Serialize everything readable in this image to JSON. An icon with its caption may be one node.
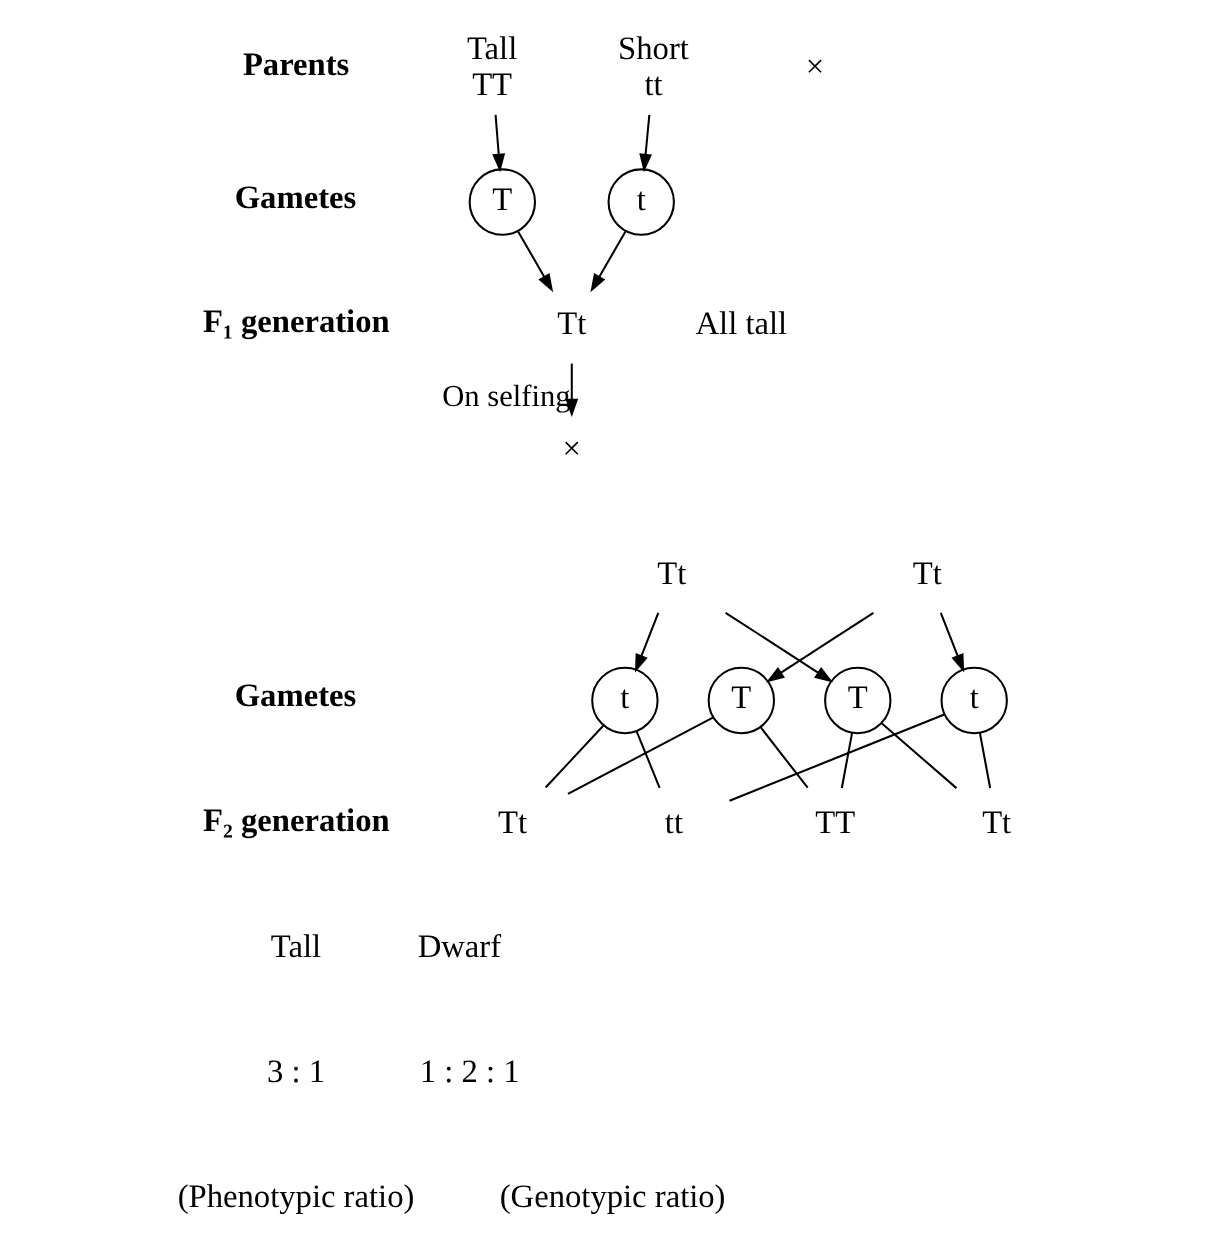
{
  "diagram": {
    "nodes": [
      {
        "text": [
          "Tall",
          "TT"
        ]
      },
      {
        "text": [
          "Short",
          "tt"
        ]
      },
      {
        "text": [
          "T"
        ]
      },
      {
        "text": [
          "t"
        ]
      },
      {
        "text": [
          "Tt"
        ]
      },
      {
        "text": [
          "×"
        ]
      },
      {
        "text": [
          "Tt"
        ]
      },
      {
        "text": [
          "Tt"
        ]
      },
      {
        "text": [
          "T"
        ]
      },
      {
        "text": [
          "t"
        ]
      },
      {
        "text": [
          "T"
        ]
      },
      {
        "text": [
          "t"
        ]
      },
      {
        "text": [
          "TT"
        ]
      },
      {
        "text": [
          "Tt"
        ]
      },
      {
        "text": [
          "Tt"
        ]
      },
      {
        "text": [
          "tt"
        ]
      }
    ],
    "edges": [
      {
        "from": 0,
        "to": 2,
        "arrow": "to"
      },
      {
        "from": 1,
        "to": 3,
        "arrow": "to"
      },
      {
        "from": 2,
        "to": 4,
        "arrow": "to"
      },
      {
        "from": 3,
        "to": 4,
        "arrow": "to"
      },
      {
        "from": 4,
        "to": 5,
        "arrow": "to",
        "label": "On selfing"
      },
      {
        "from": 6,
        "to": 8,
        "arrow": "to"
      },
      {
        "from": 6,
        "to": 9,
        "arrow": "to"
      },
      {
        "from": 7,
        "to": 10,
        "arrow": "to"
      },
      {
        "from": 7,
        "to": 11,
        "arrow": "to"
      },
      {
        "from": 8,
        "to": 12,
        "arrow": "none"
      },
      {
        "from": 8,
        "to": 14,
        "arrow": "none"
      },
      {
        "from": 9,
        "to": 13,
        "arrow": "none"
      },
      {
        "from": 9,
        "to": 15,
        "arrow": "none"
      },
      {
        "from": 10,
        "to": 12,
        "arrow": "none"
      },
      {
        "from": 10,
        "to": 13,
        "arrow": "none"
      },
      {
        "from": 11,
        "to": 14,
        "arrow": "none"
      },
      {
        "from": 11,
        "to": 15,
        "arrow": "none"
      }
    ],
    "labels": [
      "Parents",
      "×",
      "Gametes",
      "F₁ generation",
      "All tall",
      "Gametes",
      "F₂ generation",
      "Tall",
      "Dwarf",
      "3 : 1",
      "1 : 2 : 1",
      "(Phenotypic ratio)",
      "(Genotypic ratio)"
    ]
  }
}
